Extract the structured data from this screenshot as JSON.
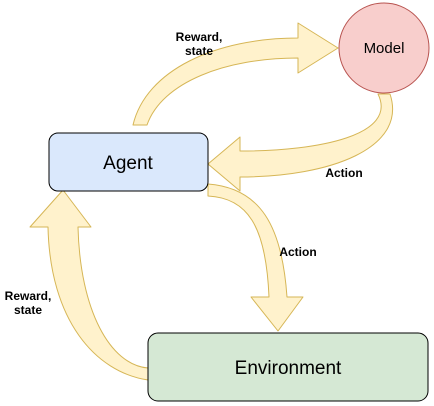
{
  "nodes": {
    "model": {
      "label": "Model",
      "fill": "#f8cecc",
      "stroke": "#b85450"
    },
    "agent": {
      "label": "Agent",
      "fill": "#dae8fc",
      "stroke": "#000000"
    },
    "environment": {
      "label": "Environment",
      "fill": "#d5e8d4",
      "stroke": "#000000"
    }
  },
  "edges": {
    "agent_to_model": {
      "label_line1": "Reward,",
      "label_line2": "state"
    },
    "model_to_agent": {
      "label": "Action"
    },
    "agent_to_environment": {
      "label": "Action"
    },
    "environment_to_agent": {
      "label_line1": "Reward,",
      "label_line2": "state"
    }
  },
  "colors": {
    "arrow_fill": "#fff2cc",
    "arrow_stroke": "#d6b656"
  }
}
